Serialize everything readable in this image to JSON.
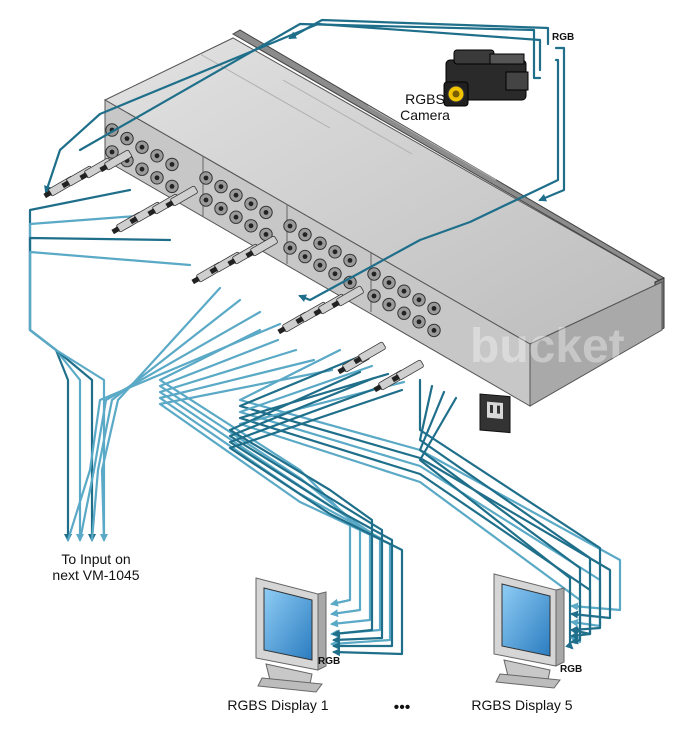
{
  "device": {
    "groups": 4
  },
  "camera": {
    "label_line1": "RGBS",
    "label_line2": "Camera",
    "port_label": "RGB"
  },
  "next_unit": {
    "label_line1": "To Input on",
    "label_line2": "next VM-1045"
  },
  "displays": [
    {
      "label": "RGBS Display 1",
      "port_label": "RGB"
    },
    {
      "label": "RGBS Display 5",
      "port_label": "RGB"
    }
  ],
  "ellipsis": "•••",
  "watermark": "bucket",
  "colors": {
    "cable_dark": "#1f6f8b",
    "cable_light": "#5aa9c6",
    "chassis_top": "#d4d4d4",
    "chassis_front": "#b9b9b9",
    "chassis_edge": "#404040",
    "monitor_screen": "#4aa0d8",
    "monitor_body": "#d6d6d6"
  },
  "icons": {
    "camera": "video-camera-icon",
    "monitor": "crt-monitor-icon",
    "power": "power-inlet-icon"
  }
}
